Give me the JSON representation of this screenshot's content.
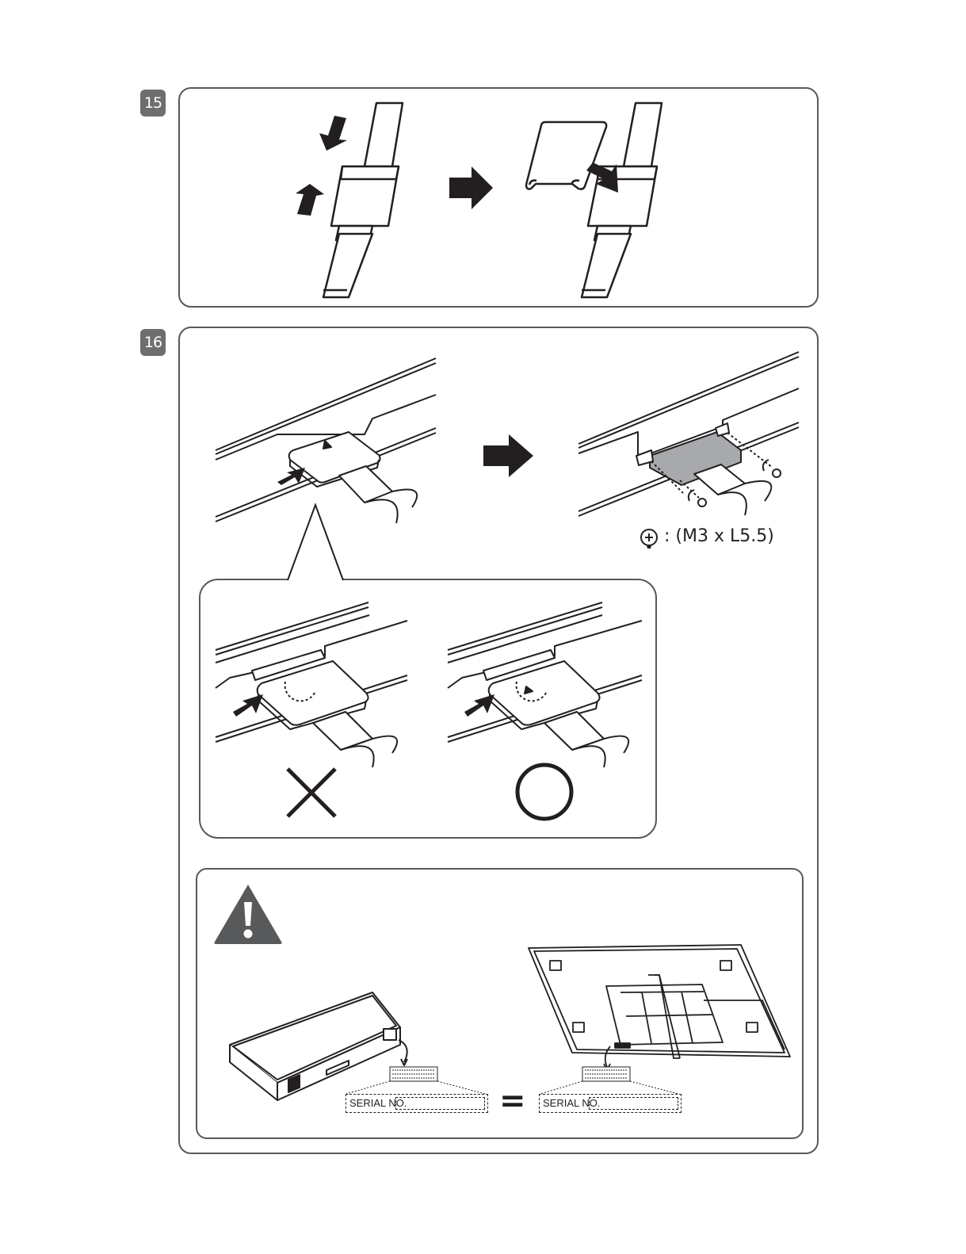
{
  "steps": [
    {
      "number": "15"
    },
    {
      "number": "16"
    }
  ],
  "screw_spec": ": (M3 x L5.5)",
  "icons": {
    "wrong": "cross-mark-icon",
    "correct": "circle-mark-icon",
    "warning": "warning-triangle-icon",
    "screw": "screw-icon"
  },
  "serial": {
    "label_left": "SERIAL NO.",
    "label_right": "SERIAL NO.",
    "equals": "="
  },
  "colors": {
    "border": "#58595b",
    "badge": "#6d6e70",
    "ink": "#231f20",
    "module_fill": "#a7a9ac"
  }
}
